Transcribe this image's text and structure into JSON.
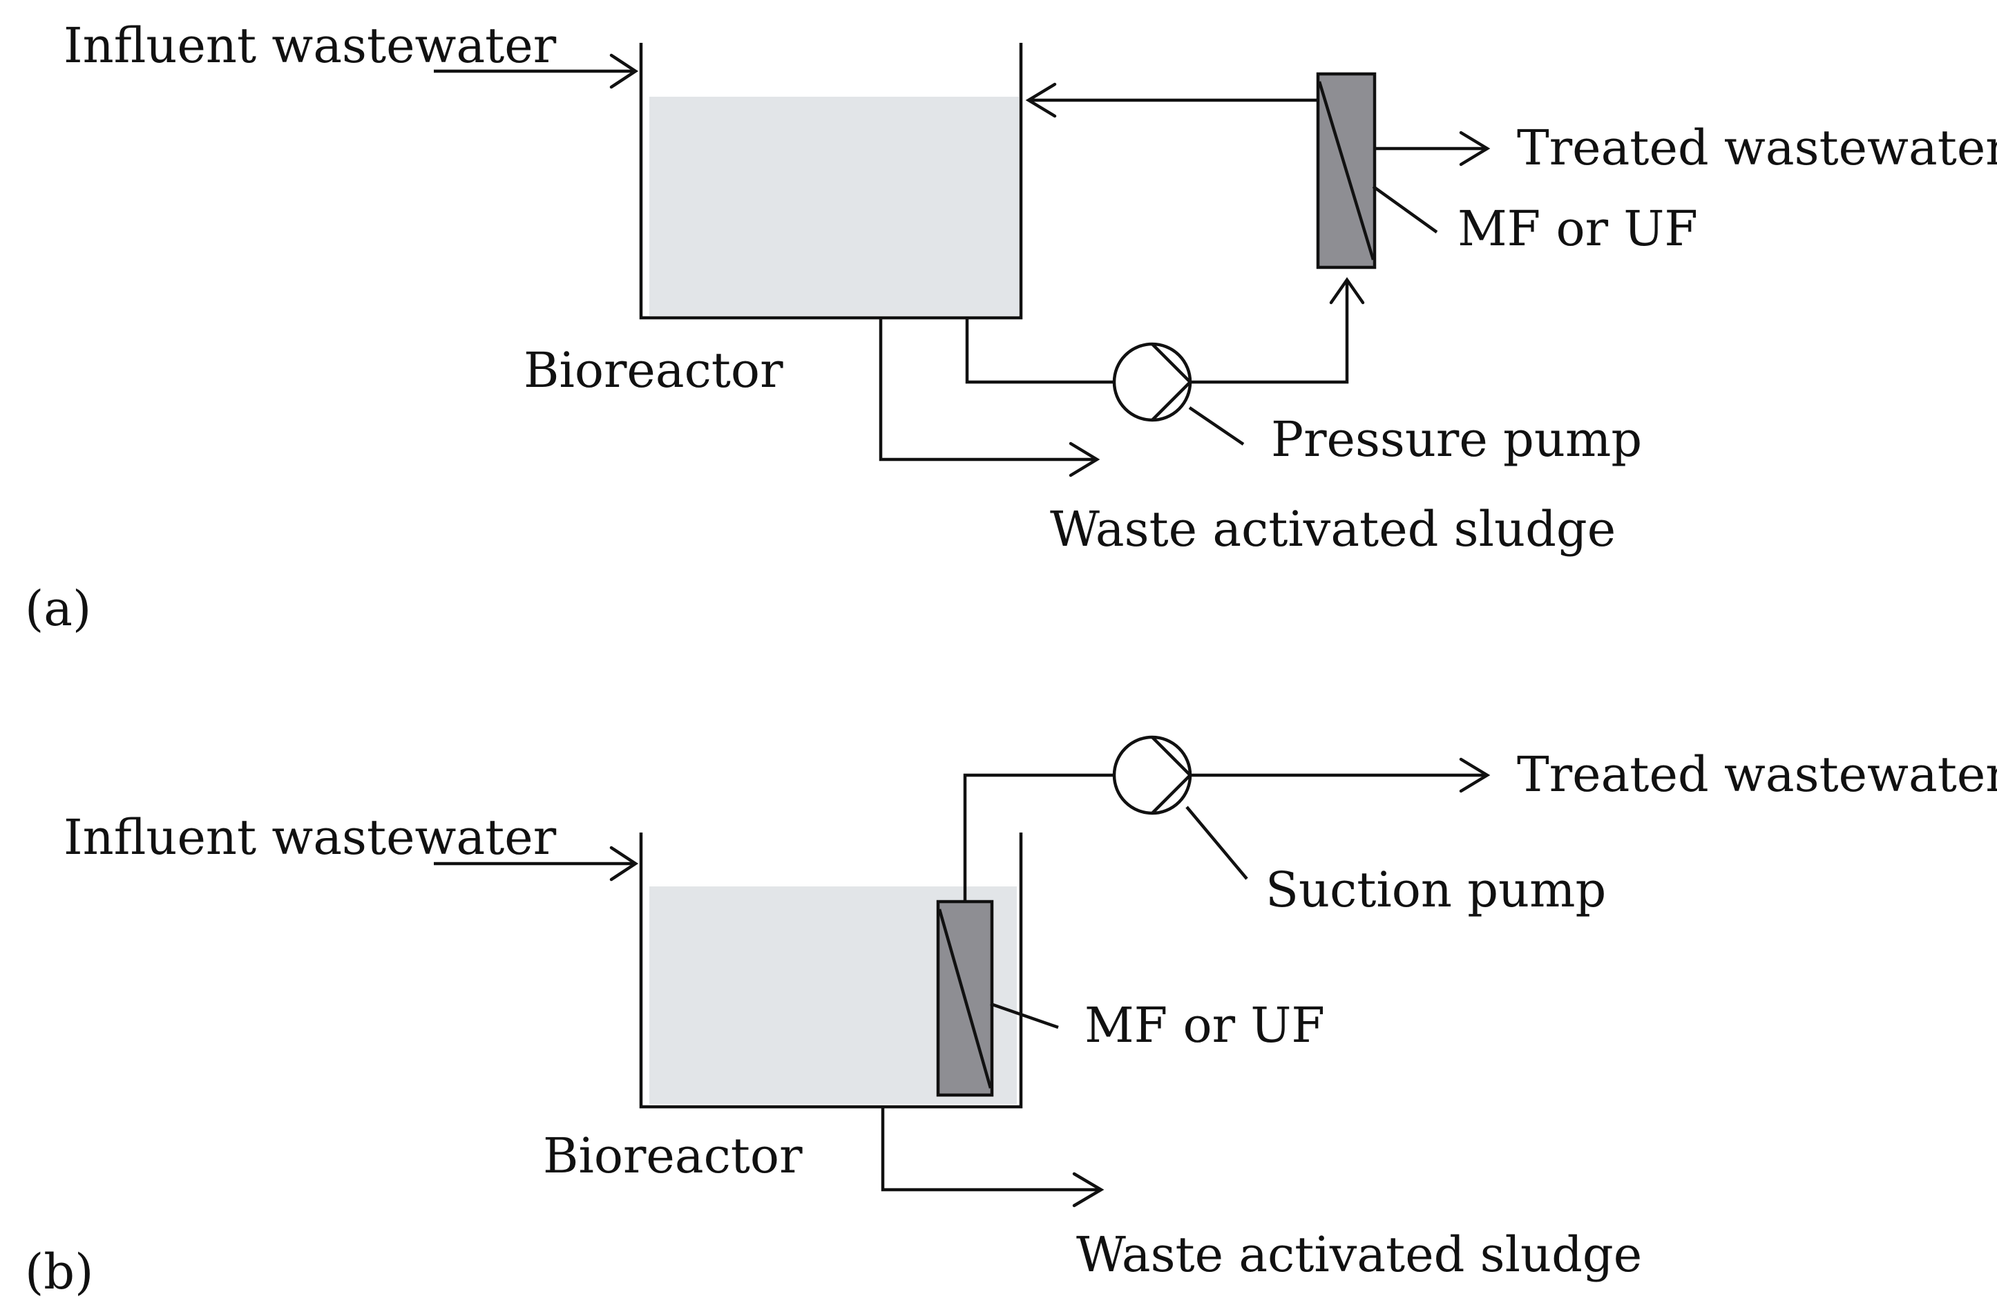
{
  "colors": {
    "line": "#111111",
    "liquid": "#e2e5e8",
    "membrane": "#8e8e93",
    "background": "#ffffff"
  },
  "panel_a": {
    "tag": "(a)",
    "influent_label": "Influent wastewater",
    "bioreactor_label": "Bioreactor",
    "membrane_label": "MF or UF",
    "pump_label": "Pressure pump",
    "treated_label": "Treated wastewater",
    "waste_label": "Waste activated sludge"
  },
  "panel_b": {
    "tag": "(b)",
    "influent_label": "Influent wastewater",
    "bioreactor_label": "Bioreactor",
    "membrane_label": "MF or UF",
    "pump_label": "Suction pump",
    "treated_label": "Treated wastewater",
    "waste_label": "Waste activated sludge"
  }
}
